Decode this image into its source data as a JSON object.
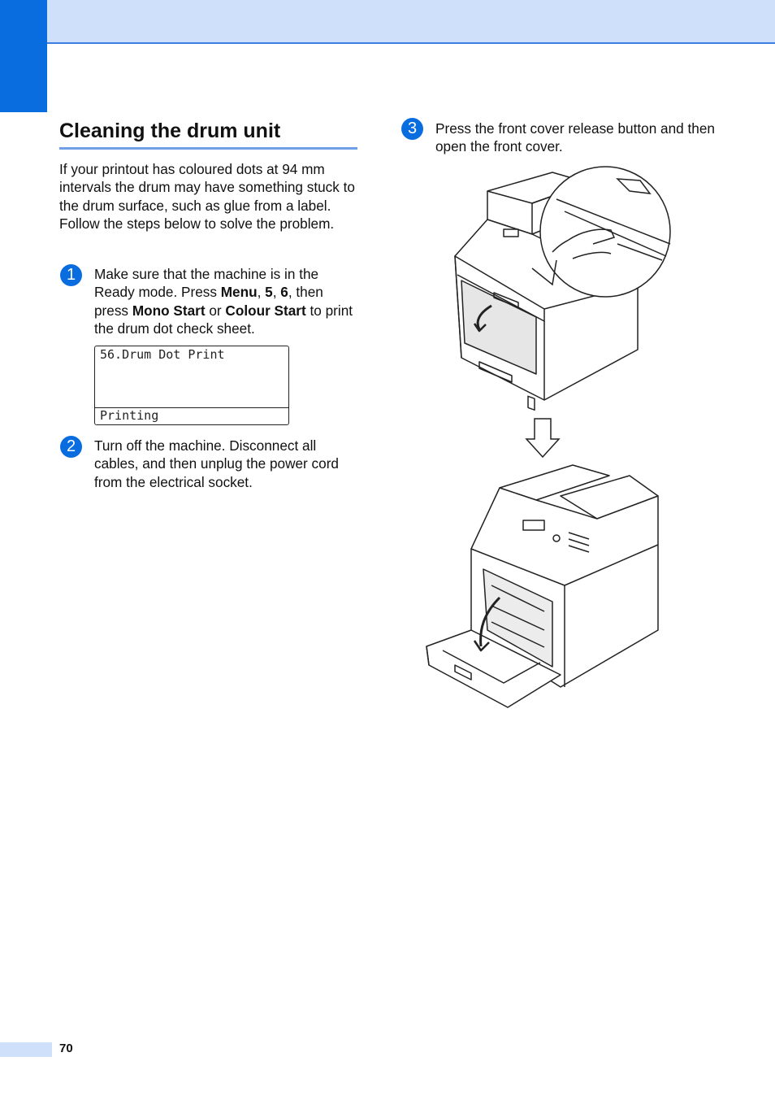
{
  "section": {
    "title": "Cleaning the drum unit",
    "intro": "If your printout has coloured dots at 94 mm intervals the drum may have something stuck to the drum surface, such as glue from a label. Follow the steps below to solve the problem."
  },
  "steps": [
    {
      "number": "1",
      "t1": "Make sure that the machine is in the Ready mode. Press ",
      "b1": "Menu",
      "t2": ", ",
      "b2": "5",
      "t3": ", ",
      "b3": "6",
      "t4": ", then press ",
      "b4": "Mono Start",
      "t5": " or ",
      "b5": "Colour Start",
      "t6": " to print the drum dot check sheet."
    },
    {
      "number": "2",
      "text": "Turn off the machine. Disconnect all cables, and then unplug the power cord from the electrical socket."
    },
    {
      "number": "3",
      "text": "Press the front cover release button and then open the front cover."
    }
  ],
  "lcd": {
    "line1": "56.Drum Dot Print",
    "line2": "Printing"
  },
  "illustration": {
    "icons": [
      "printer-closed",
      "zoom-callout-hand",
      "down-arrow",
      "printer-open-cover"
    ]
  },
  "colors": {
    "accent_blue": "#0a6ddf",
    "band_light_blue": "#cfe0fb",
    "rule_blue": "#6f9fe6"
  },
  "footer": {
    "page_number": "70"
  }
}
